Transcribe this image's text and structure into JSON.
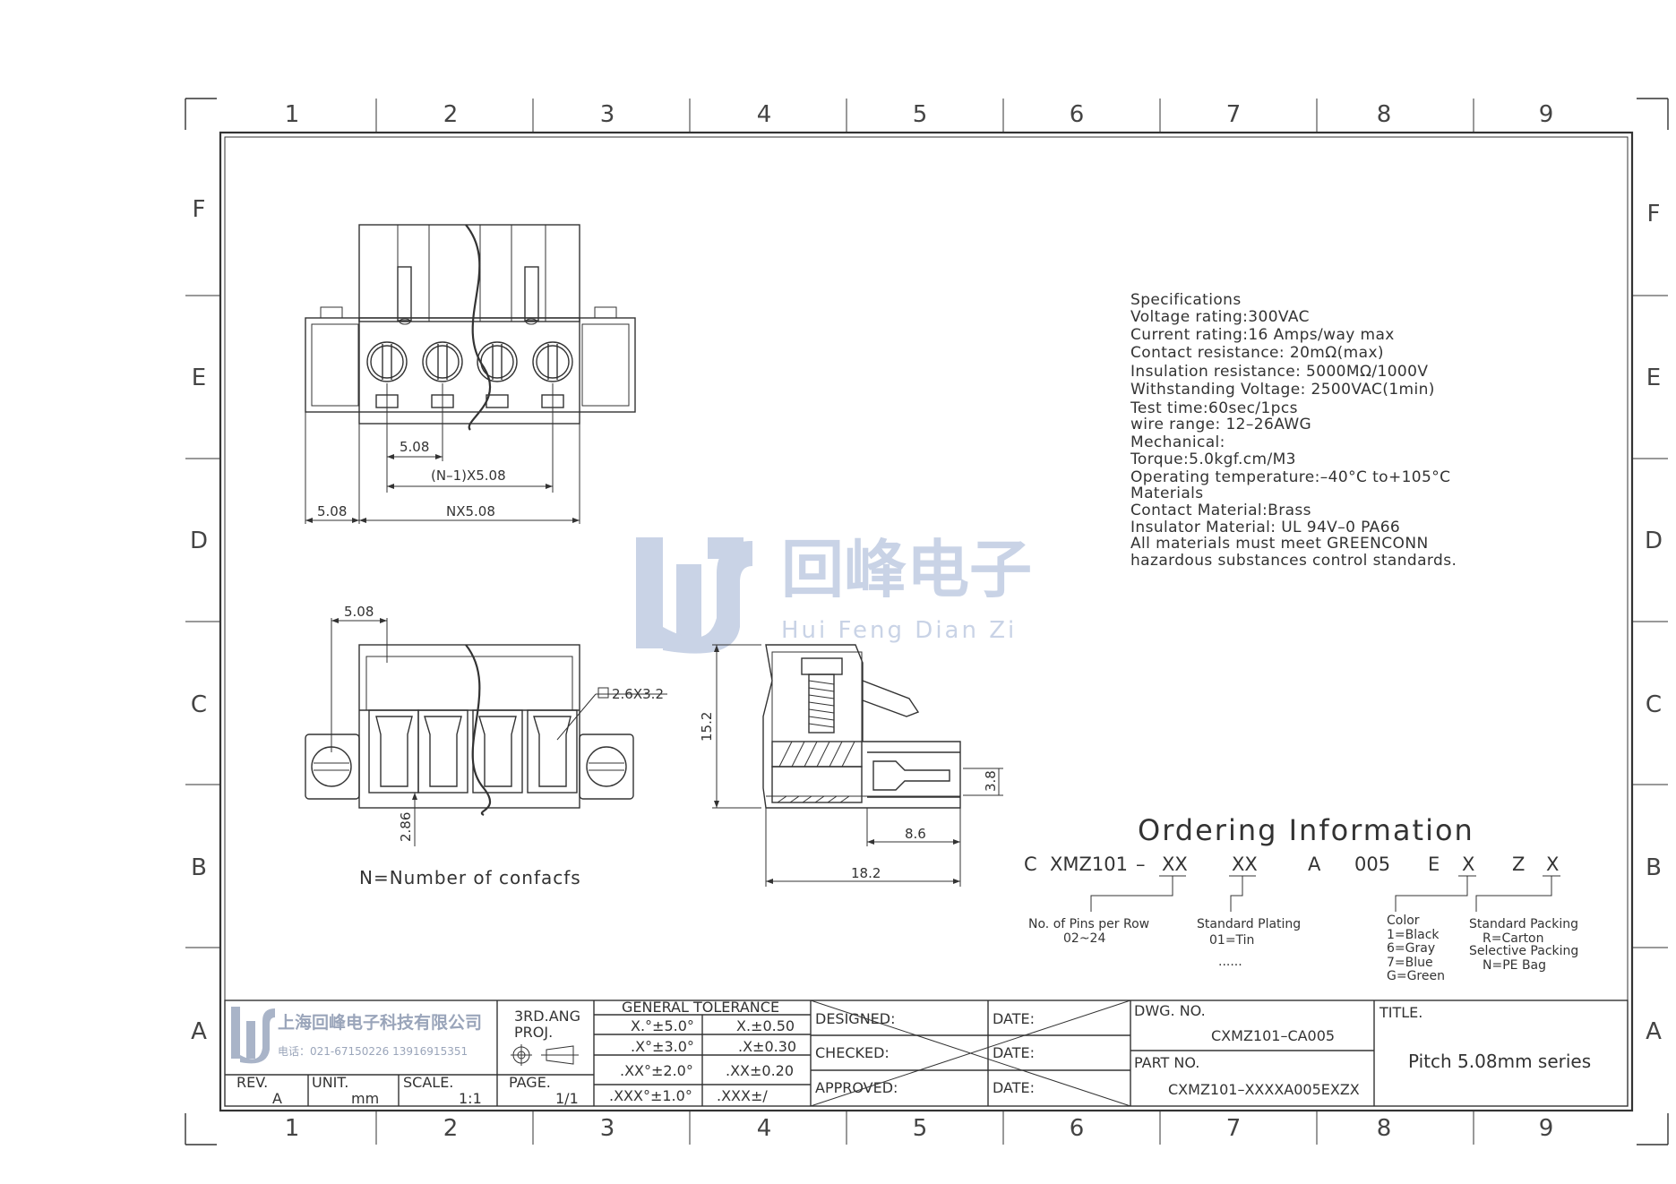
{
  "zones": {
    "columns": [
      "1",
      "2",
      "3",
      "4",
      "5",
      "6",
      "7",
      "8",
      "9"
    ],
    "rows": [
      "F",
      "E",
      "D",
      "C",
      "B",
      "A"
    ]
  },
  "watermark": {
    "cn": "回峰电子",
    "pinyin": "Hui Feng Dian Zi"
  },
  "specifications": [
    "Specifications",
    "Voltage rating:300VAC",
    "Current  rating:16  Amps/way  max",
    "Contact  resistance:  20mΩ(max)",
    "Insulation  resistance:  5000MΩ/1000V",
    "Withstanding  Voltage:  2500VAC(1min)",
    "Test  time:60sec/1pcs",
    "wire  range:  12–26AWG",
    "Mechanical:",
    "Torque:5.0kgf.cm/M3",
    "Operating  temperature:–40°C  to+105°C",
    "Materials",
    "Contact  Material:Brass",
    "Insulator  Material:  UL  94V–0  PA66",
    "All  materials  must  meet  GREENCONN",
    "hazardous  substances  control  standards."
  ],
  "dimensions": {
    "pitch": "5.08",
    "n_minus_1": "(N–1)X5.08",
    "edge": "5.08",
    "nx": "NX5.08",
    "front_pitch": "5.08",
    "hole": "2.6X3.2",
    "bottom": "2.86",
    "height": "15.2",
    "pin": "3.8",
    "len_a": "8.6",
    "len_b": "18.2"
  },
  "note": "N=Number  of  confacfs",
  "ordering": {
    "title": "Ordering  Information",
    "code": [
      "C",
      "XMZ101",
      "–",
      "XX",
      "XX",
      "A",
      "005",
      "E",
      "X",
      "Z",
      "X"
    ],
    "pins_label": "No.  of  Pins  per  Row",
    "pins_range": "02~24",
    "plating_label": "Standard  Plating",
    "plating_tin": "01=Tin",
    "plating_more": "......",
    "color_label": "Color",
    "colors": [
      "1=Black",
      "6=Gray",
      "7=Blue",
      "G=Green"
    ],
    "packing_label": "Standard  Packing",
    "packing_carton": "R=Carton",
    "selective_label": "Selective  Packing",
    "packing_pe": "N=PE  Bag"
  },
  "title_block": {
    "company": "上海回峰电子科技有限公司",
    "phone": "电话：021-67150226  13916915351",
    "projection": "3RD.ANG",
    "proj": "PROJ.",
    "rev_label": "REV.",
    "rev": "A",
    "unit_label": "UNIT.",
    "unit": "mm",
    "scale_label": "SCALE.",
    "scale": "1:1",
    "page_label": "PAGE.",
    "page": "1/1",
    "tolerance_title": "GENERAL  TOLERANCE",
    "tolerances": [
      [
        "X.°±5.0°",
        "X.±0.50"
      ],
      [
        ".X°±3.0°",
        ".X±0.30"
      ],
      [
        ".XX°±2.0°",
        ".XX±0.20"
      ],
      [
        ".XXX°±1.0°",
        ".XXX±/"
      ]
    ],
    "designed": "DESIGNED:",
    "checked": "CHECKED:",
    "approved": "APPROVED:",
    "date": "DATE:",
    "dwg_label": "DWG.  NO.",
    "dwg_no": "CXMZ101–CA005",
    "part_label": "PART  NO.",
    "part_no": "CXMZ101–XXXXA005EXZX",
    "title_label": "TITLE.",
    "title": "Pitch  5.08mm  series"
  },
  "colors": {
    "line": "#333333",
    "watermark": "#c9d3e6"
  }
}
